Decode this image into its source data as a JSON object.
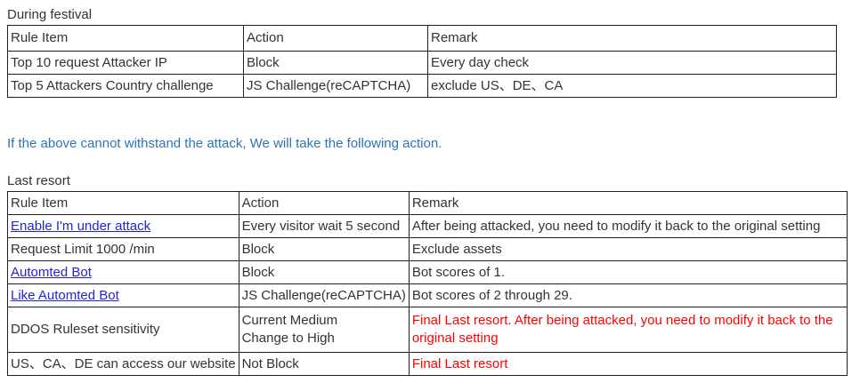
{
  "colors": {
    "body_text": "#333333",
    "table_border": "#1f1f1f",
    "note_blue": "#2e75b6",
    "link_blue": "#2222dd",
    "warning_red": "#ff0000"
  },
  "sections": {
    "festival": {
      "title": "During festival",
      "table": {
        "headers": [
          "Rule Item",
          "Action",
          "Remark"
        ],
        "rows": [
          {
            "rule": "Top 10 request Attacker IP",
            "action": "Block",
            "remark": "Every day check"
          },
          {
            "rule": "Top 5 Attackers Country challenge",
            "action": "JS Challenge(reCAPTCHA)",
            "remark": "exclude US、DE、CA"
          }
        ]
      }
    },
    "note": "If the above cannot withstand the attack, We will take the following action.",
    "last_resort": {
      "title": "Last resort",
      "table": {
        "headers": [
          "Rule Item",
          "Action",
          "Remark"
        ],
        "rows": [
          {
            "rule": "Enable I'm under attack",
            "rule_is_link": true,
            "action": "Every visitor wait 5 second",
            "remark": "After being attacked, you need to modify it back to the original setting"
          },
          {
            "rule": "Request Limit 1000 /min",
            "rule_is_link": false,
            "action": "Block",
            "remark": "Exclude assets"
          },
          {
            "rule": "Automted Bot",
            "rule_is_link": true,
            "action": "Block",
            "remark": "Bot scores of 1."
          },
          {
            "rule": "Like Automted Bot",
            "rule_is_link": true,
            "action": "JS Challenge(reCAPTCHA)",
            "remark": "Bot scores of 2 through 29."
          },
          {
            "rule": "DDOS Ruleset sensitivity",
            "rule_is_link": false,
            "action_lines": [
              "Current Medium",
              "Change to High"
            ],
            "remark": "Final Last resort. After being attacked, you need to modify it back to the original setting",
            "remark_red": true
          },
          {
            "rule": "US、CA、DE can access our website",
            "rule_is_link": false,
            "action": "Not Block",
            "remark": "Final Last resort",
            "remark_red": true
          }
        ]
      }
    }
  }
}
